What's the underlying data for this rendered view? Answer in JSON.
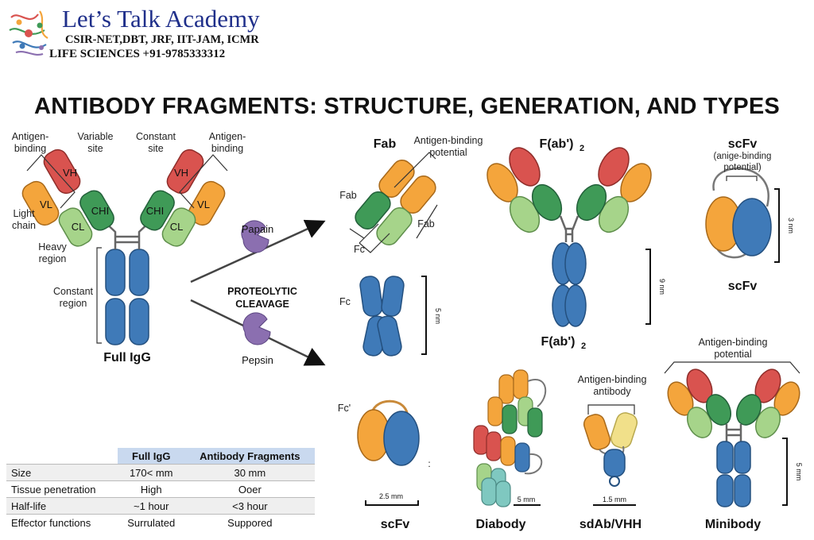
{
  "brand": {
    "title": "Let’s Talk Academy",
    "line1": "CSIR-NET,DBT, JRF, IIT-JAM, ICMR",
    "line2": "LIFE SCIENCES   +91-9785333312",
    "logo_icon": "molecule-logo-icon"
  },
  "title": "ANTIBODY FRAGMENTS: STRUCTURE, GENERATION, AND TYPES",
  "full_igg": {
    "caption": "Full IgG",
    "labels": {
      "antigen_binding_left_1": "Antigen-",
      "antigen_binding_left_2": "binding",
      "variable_site_1": "Variable",
      "variable_site_2": "site",
      "constant_site_1": "Constant",
      "constant_site_2": "site",
      "antigen_binding_right_1": "Antigen-",
      "antigen_binding_right_2": "binding",
      "light_chain_1": "Light",
      "light_chain_2": "chain",
      "heavy_region_1": "Heavy",
      "heavy_region_2": "region",
      "constant_region_1": "Constant",
      "constant_region_2": "region",
      "vh": "VH",
      "vl": "VL",
      "chi": "CHI",
      "cl": "CL"
    }
  },
  "cleavage": {
    "papain": "Papain",
    "pepsin": "Pepsin",
    "label_1": "PROTEOLYTIC",
    "label_2": "CLEAVAGE"
  },
  "fab": {
    "title": "Fab",
    "antigen_binding_1": "Antigen-binding",
    "antigen_binding_2": "potential",
    "fab_left": "Fab",
    "fab_right": "Fab",
    "fc": "Fc"
  },
  "fc": {
    "label": "Fc",
    "scale": "5 nm"
  },
  "fab2": {
    "title_top": "F(ab')",
    "title_bottom": "F(ab')",
    "sub": "2",
    "scale": "9 nm"
  },
  "scfv_top": {
    "title": "scFv",
    "note_1": "(anige-binding",
    "note_2": "potential)",
    "caption": "scFv",
    "scale": "3 nm"
  },
  "fc_prime": {
    "label": "Fc'"
  },
  "bottom": {
    "scfv": {
      "caption": "scFv",
      "scale": "2.5 mm",
      "dots": ":"
    },
    "diabody": {
      "caption": "Diabody",
      "scale": "5 mm"
    },
    "sdab": {
      "caption": "sdAb/VHH",
      "label_1": "Antigen-binding",
      "label_2": "antibody",
      "scale": "1.5 mm"
    },
    "minibody": {
      "caption": "Minibody",
      "label_1": "Antigen-binding",
      "label_2": "potential",
      "scale": "5 mm"
    }
  },
  "table": {
    "headers": [
      "",
      "Full IgG",
      "Antibody Fragments"
    ],
    "rows": [
      [
        "Size",
        "170< mm",
        "30 mm"
      ],
      [
        "Tissue penetration",
        "High",
        "Ooer"
      ],
      [
        "Half-life",
        "~1 hour",
        "<3 hour"
      ],
      [
        "Effector functions",
        "Surrulated",
        "Suppored"
      ]
    ]
  },
  "colors": {
    "orange": "#f4a53c",
    "red": "#d9534f",
    "green": "#3f9a57",
    "light_green": "#a6d48a",
    "blue": "#3f7ab8",
    "purple": "#8b6fb0",
    "teal": "#7fc8c0",
    "yellow": "#f1e08a"
  }
}
